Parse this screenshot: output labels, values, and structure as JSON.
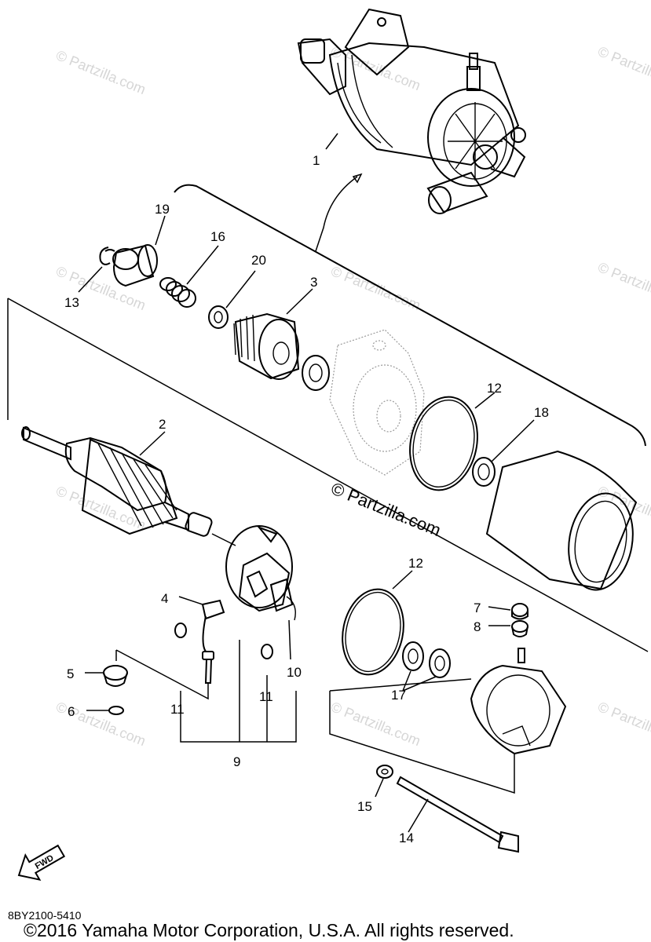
{
  "watermark": {
    "small": "© Partzilla.com",
    "center": "© Partzilla.com"
  },
  "callouts": {
    "c1": "1",
    "c2": "2",
    "c3": "3",
    "c4": "4",
    "c5": "5",
    "c6": "6",
    "c7": "7",
    "c8": "8",
    "c9": "9",
    "c10": "10",
    "c11a": "11",
    "c11b": "11",
    "c12a": "12",
    "c12b": "12",
    "c13": "13",
    "c14": "14",
    "c15": "15",
    "c16": "16",
    "c17": "17",
    "c18": "18",
    "c19": "19",
    "c20": "20"
  },
  "fwd_label": "FWD",
  "diagram_code": "8BY2100-5410",
  "copyright": "©2016 Yamaha Motor Corporation, U.S.A. All rights reserved."
}
